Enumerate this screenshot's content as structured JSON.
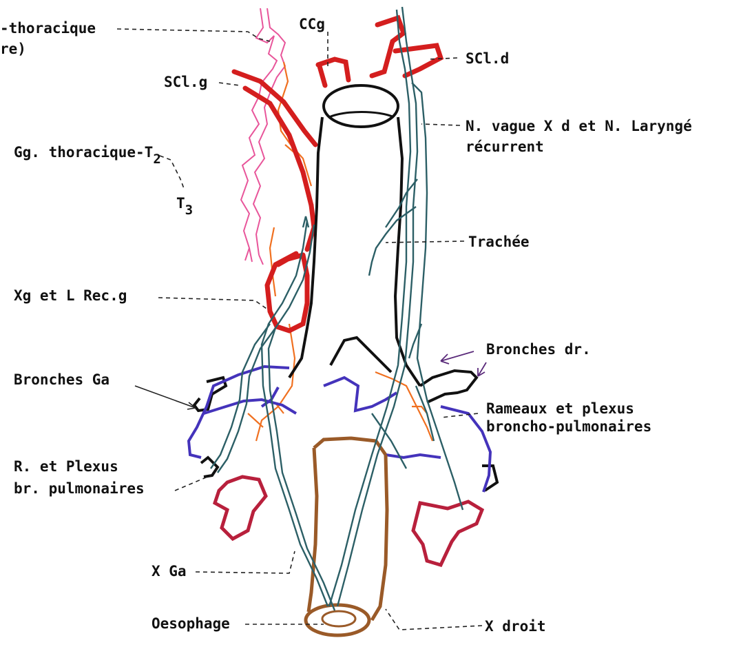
{
  "labels": {
    "ggl_cervico_thoracique": "-thoracique",
    "ggl_cervico_thoracique_l2": "re)",
    "ccg": "CCg",
    "scl_d": "SCl.d",
    "scl_g": "SCl.g",
    "vague_d_l1": "N. vague X d et N. Laryngé",
    "vague_d_l2": "récurrent",
    "gg_thoracique": "Gg. thoracique",
    "t2_letter": "T",
    "t2_sub": "2",
    "t3_letter": "T",
    "t3_sub": "3",
    "trachee": "Trachée",
    "xg_lrec": "Xg et L Rec.g",
    "bronches_dr": "Bronches dr.",
    "bronches_ga": "Bronches Ga",
    "rameaux_l1": "Rameaux et plexus",
    "rameaux_l2": "broncho-pulmonaires",
    "r_plexus_l1": "R. et Plexus",
    "r_plexus_l2": "br. pulmonaires",
    "x_ga": "X Ga",
    "oesophage": "Oesophage",
    "x_droit": "X droit"
  },
  "colors": {
    "artery": "#d41e1e",
    "sympathetic": "#e8559a",
    "orange_nerve": "#f07020",
    "vagus": "#2c5f66",
    "bronchus_blue": "#4433bb",
    "pulmonary_vessel": "#b8203c",
    "oesophagus": "#9a5a28",
    "outline": "#111111"
  }
}
